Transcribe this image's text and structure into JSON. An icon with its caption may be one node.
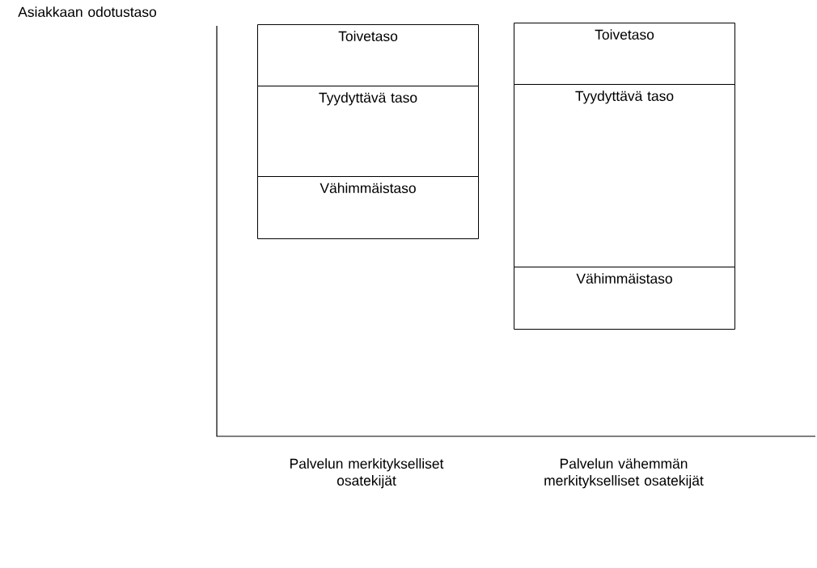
{
  "diagram": {
    "nodes": [
      {
        "text": [
          "Toivetaso"
        ]
      },
      {
        "text": [
          "Tyydyttävä taso"
        ]
      },
      {
        "text": [
          "Vähimmäistaso"
        ]
      },
      {
        "text": [
          "Toivetaso"
        ]
      },
      {
        "text": [
          "Tyydyttävä taso"
        ]
      },
      {
        "text": [
          "Vähimmäistaso"
        ]
      }
    ],
    "labels": [
      "Asiakkaan odotustaso",
      "Palvelun merkitykselliset osatekijät",
      "Palvelun vähemmän merkitykselliset osatekijät"
    ]
  }
}
